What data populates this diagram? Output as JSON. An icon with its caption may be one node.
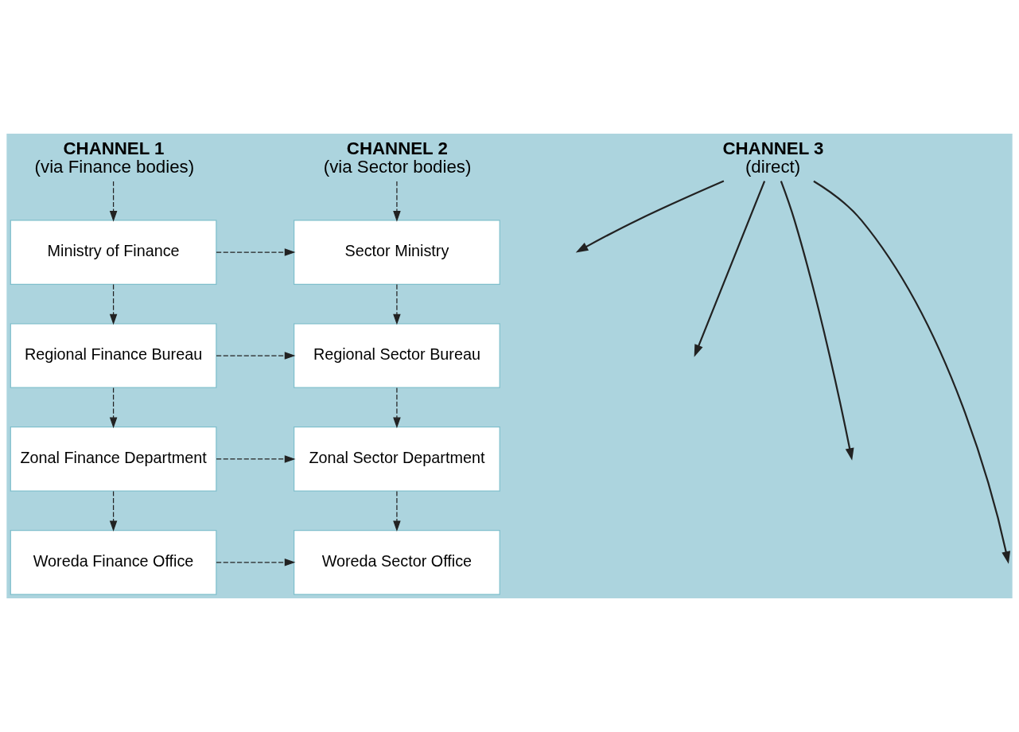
{
  "diagram": {
    "nodes": [
      {
        "text": [
          "CHANNEL 1",
          "(via Finance bodies)"
        ]
      },
      {
        "text": [
          "CHANNEL 2",
          "(via Sector bodies)"
        ]
      },
      {
        "text": [
          "CHANNEL 3",
          "(direct)"
        ]
      },
      {
        "text": [
          "Ministry of Finance"
        ]
      },
      {
        "text": [
          "Sector Ministry"
        ]
      },
      {
        "text": [
          "Regional Finance Bureau"
        ]
      },
      {
        "text": [
          "Regional Sector Bureau"
        ]
      },
      {
        "text": [
          "Zonal Finance Department"
        ]
      },
      {
        "text": [
          "Zonal Sector Department"
        ]
      },
      {
        "text": [
          "Woreda Finance Office"
        ]
      },
      {
        "text": [
          "Woreda Sector Office"
        ]
      }
    ],
    "edges": [
      {
        "from": 0,
        "to": 3,
        "arrow": "to",
        "style": "dashed"
      },
      {
        "from": 1,
        "to": 4,
        "arrow": "to",
        "style": "dashed"
      },
      {
        "from": 2,
        "to": null,
        "arrow": "to"
      },
      {
        "from": 2,
        "to": null,
        "arrow": "to"
      },
      {
        "from": 2,
        "to": null,
        "arrow": "to"
      },
      {
        "from": 2,
        "to": null,
        "arrow": "to"
      },
      {
        "from": 3,
        "to": 4,
        "arrow": "to",
        "style": "dashed"
      },
      {
        "from": 3,
        "to": 5,
        "arrow": "to",
        "style": "dashed"
      },
      {
        "from": 4,
        "to": 6,
        "arrow": "to",
        "style": "dashed"
      },
      {
        "from": 5,
        "to": 6,
        "arrow": "to",
        "style": "dashed"
      },
      {
        "from": 5,
        "to": 7,
        "arrow": "to",
        "style": "dashed"
      },
      {
        "from": 6,
        "to": 8,
        "arrow": "to",
        "style": "dashed"
      },
      {
        "from": 7,
        "to": 8,
        "arrow": "to",
        "style": "dashed"
      },
      {
        "from": 7,
        "to": 9,
        "arrow": "to",
        "style": "dashed"
      },
      {
        "from": 8,
        "to": 10,
        "arrow": "to",
        "style": "dashed"
      },
      {
        "from": 9,
        "to": 10,
        "arrow": "to",
        "style": "dashed"
      }
    ]
  }
}
